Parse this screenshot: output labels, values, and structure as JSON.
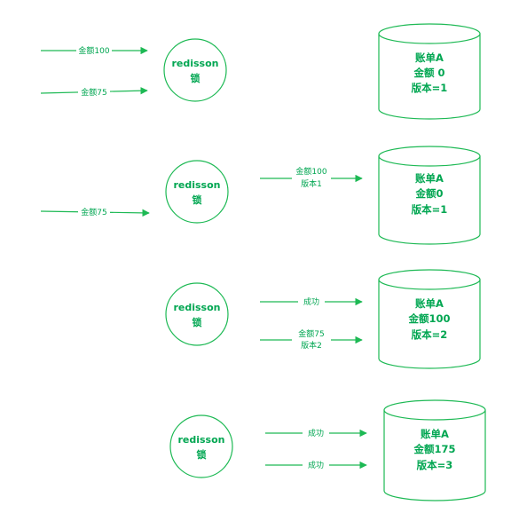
{
  "colors": {
    "stroke": "#1db954",
    "text": "#00a651",
    "label_bg": "#ffffff"
  },
  "panels": [
    {
      "lock": {
        "line1": "redisson",
        "line2": "锁"
      },
      "arrows": [
        {
          "label": [
            "金额100"
          ]
        },
        {
          "label": [
            "金额75"
          ]
        }
      ],
      "db": {
        "lines": [
          "账单A",
          "金额 0",
          "版本=1"
        ]
      }
    },
    {
      "lock": {
        "line1": "redisson",
        "line2": "锁"
      },
      "arrows": [
        {
          "label": [
            "金额75"
          ]
        },
        {
          "label": [
            "金额100",
            "版本1"
          ]
        }
      ],
      "db": {
        "lines": [
          "账单A",
          "金额0",
          "版本=1"
        ]
      }
    },
    {
      "lock": {
        "line1": "redisson",
        "line2": "锁"
      },
      "arrows": [
        {
          "label": [
            "成功"
          ]
        },
        {
          "label": [
            "金额75",
            "版本2"
          ]
        }
      ],
      "db": {
        "lines": [
          "账单A",
          "金额100",
          "版本=2"
        ]
      }
    },
    {
      "lock": {
        "line1": "redisson",
        "line2": "锁"
      },
      "arrows": [
        {
          "label": [
            "成功"
          ]
        },
        {
          "label": [
            "成功"
          ]
        }
      ],
      "db": {
        "lines": [
          "账单A",
          "金额175",
          "版本=3"
        ]
      }
    }
  ]
}
